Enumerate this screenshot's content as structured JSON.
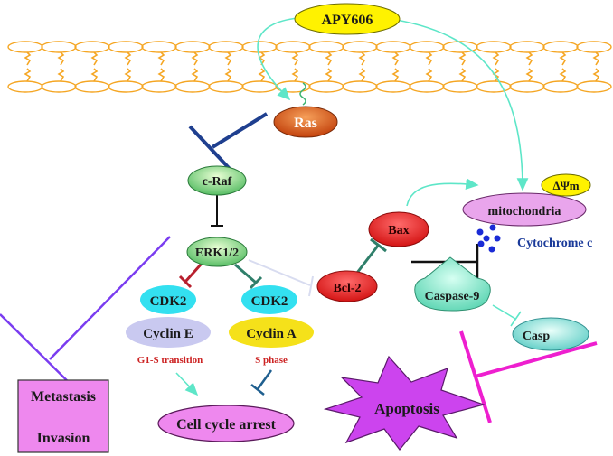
{
  "nodes": {
    "apy606": "APY606",
    "ras": "Ras",
    "craf": "c-Raf",
    "erk": "ERK1/2",
    "cdk2_e": "CDK2",
    "cyclin_e": "Cyclin E",
    "cdk2_a": "CDK2",
    "cyclin_a": "Cyclin A",
    "g1s": "G1-S transition",
    "sphase": "S phase",
    "cell_cycle_arrest": "Cell cycle arrest",
    "metastasis": "Metastasis",
    "invasion": "Invasion",
    "bcl2": "Bcl-2",
    "bax": "Bax",
    "mito": "mitochondria",
    "dpsim": "ΔΨm",
    "cytc": "Cytochrome c",
    "casp9": "Caspase-9",
    "casp3": "Casp",
    "apoptosis": "Apoptosis"
  },
  "colors": {
    "membrane": "#f5a623",
    "ras": "#d9531e",
    "craf": "#3cb371",
    "cdk2": "#33e0f0",
    "cyclin_e": "#c9c9f0",
    "cyclin_a": "#f5e11a",
    "arrest": "#ee88ee",
    "apoptosis": "#cc44ee",
    "bcl2": "#e81a1a",
    "mito": "#e9a5ec",
    "cytc_dots": "#1a2bd6",
    "arrow_teal": "#5ee6c8",
    "inhib_navy": "#1f3f8f",
    "inhib_purple": "#7a3cf0",
    "inhib_magenta": "#ee1fcf"
  }
}
